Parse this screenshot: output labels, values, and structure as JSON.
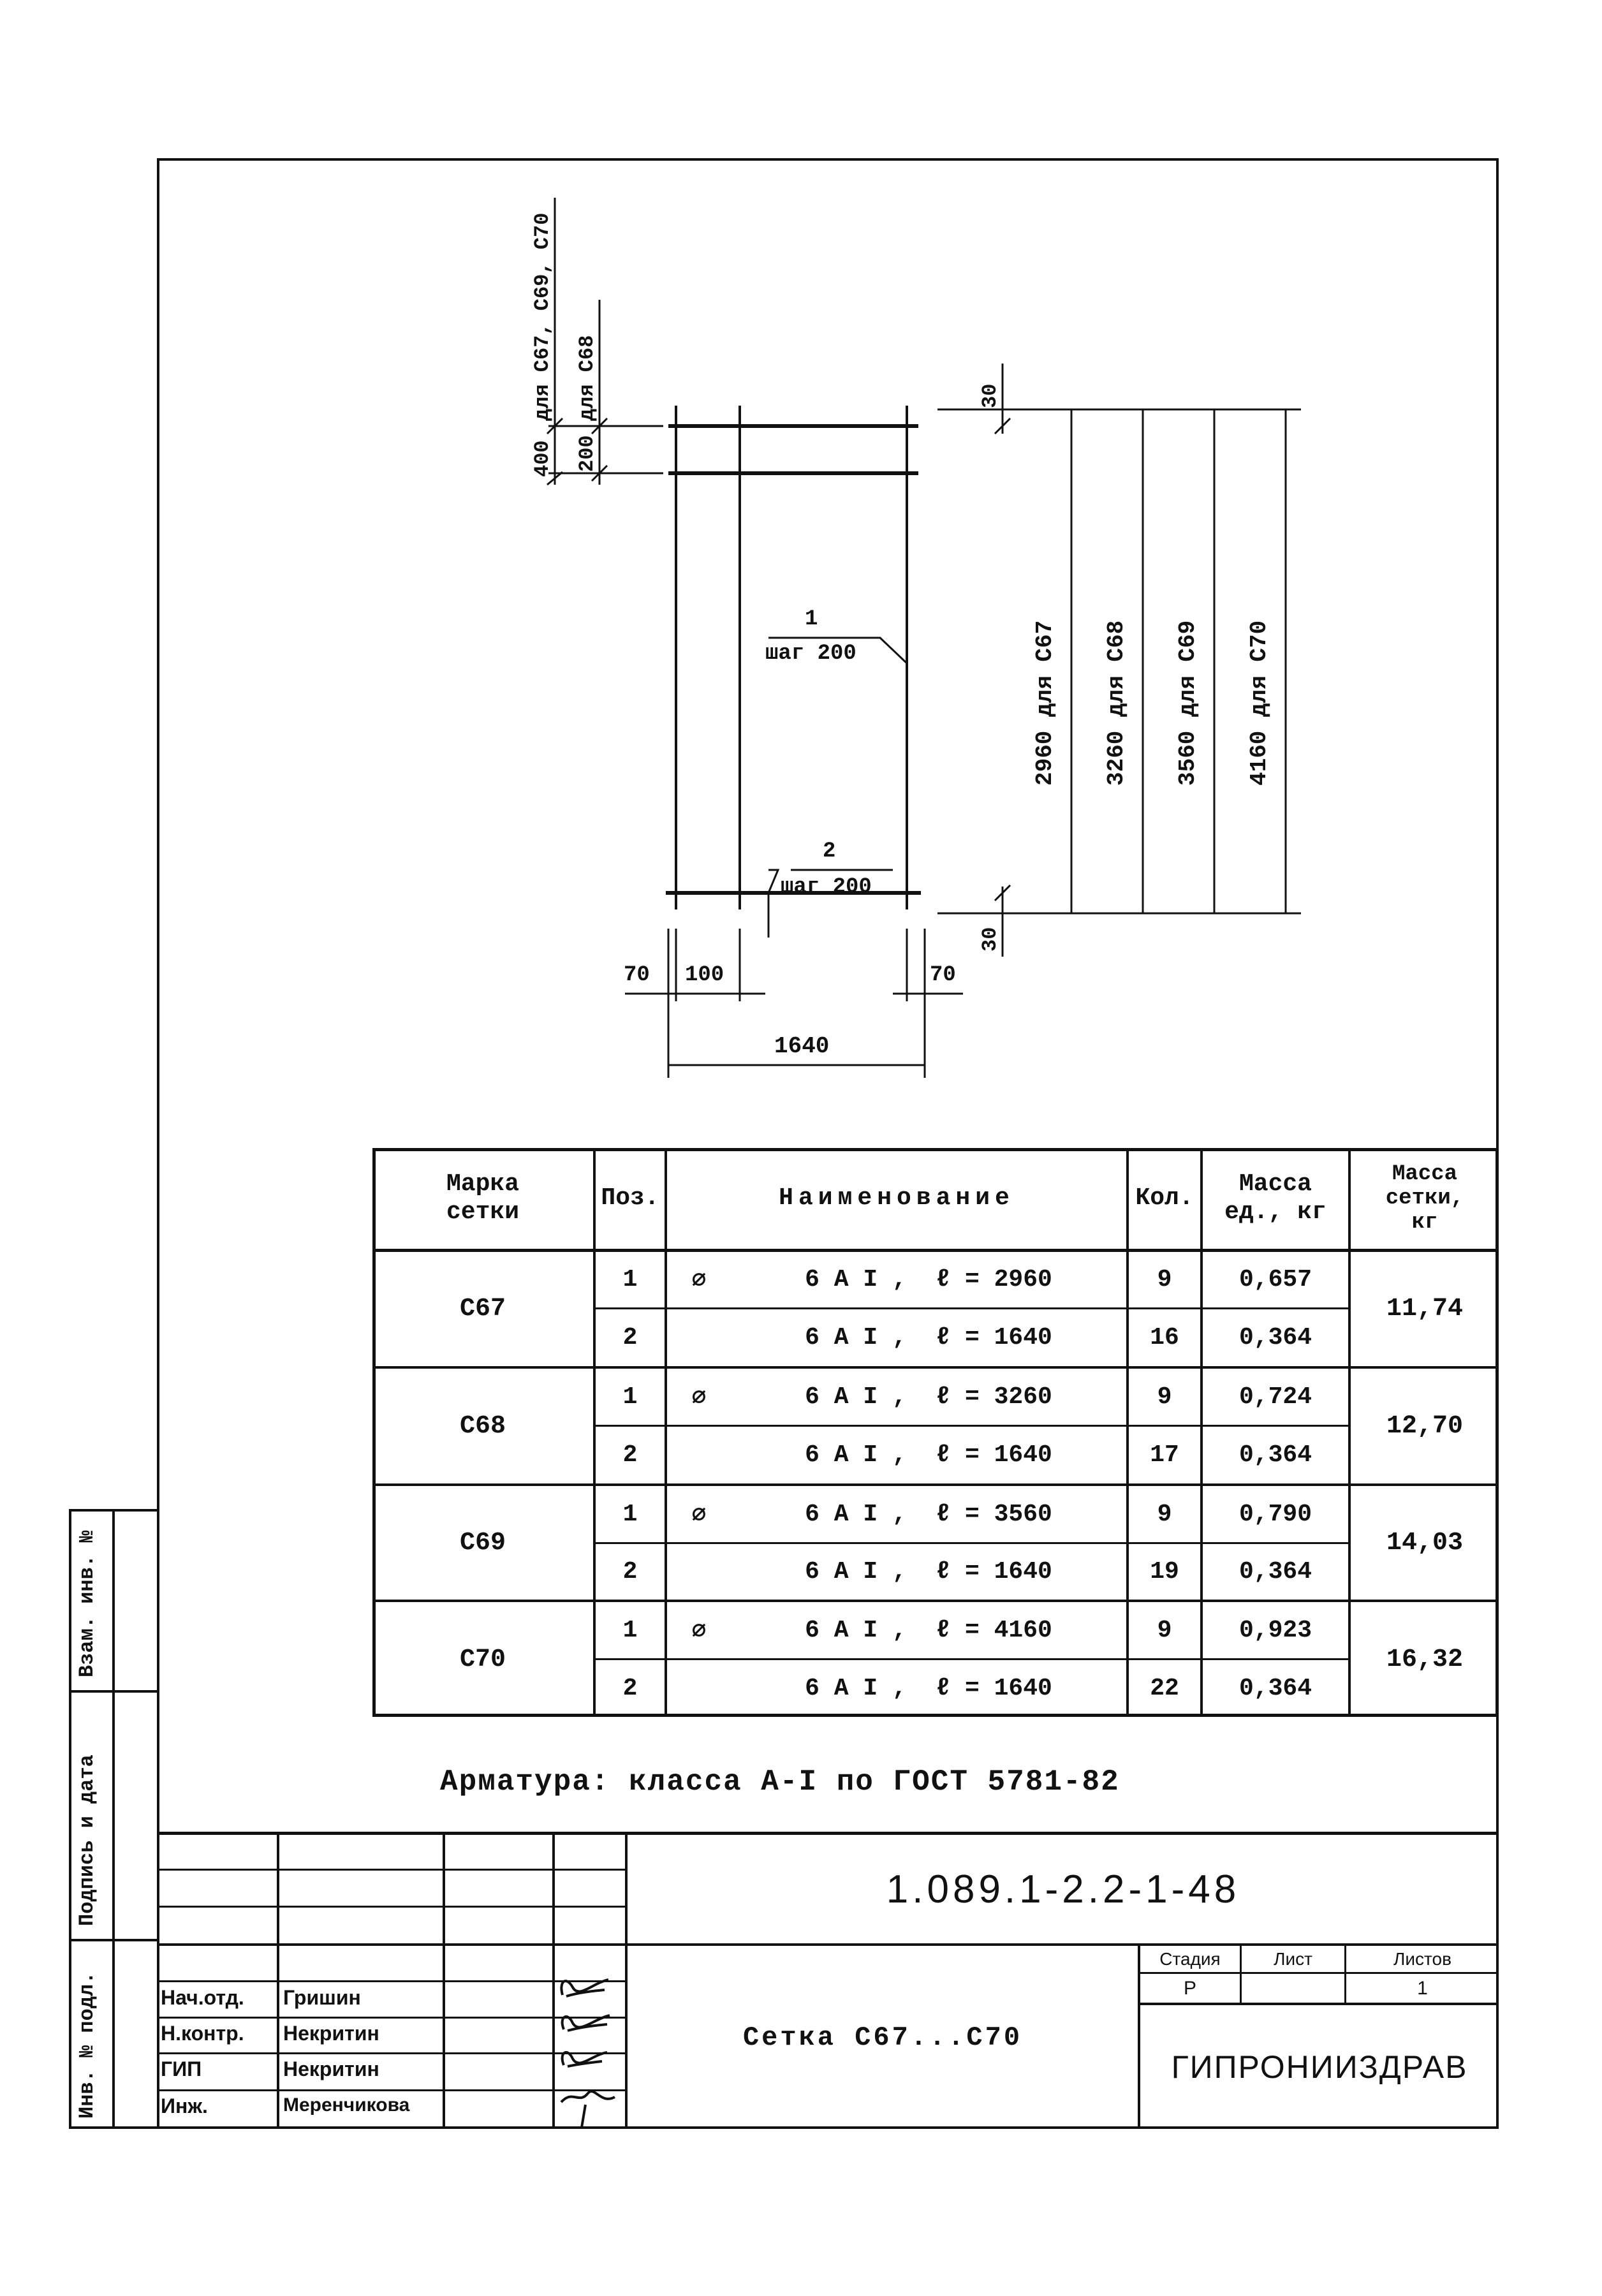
{
  "drawing": {
    "top_dims": [
      {
        "value": "400",
        "note": "для С67, С69, С70"
      },
      {
        "value": "200",
        "note": "для С68"
      }
    ],
    "pos1": {
      "num": "1",
      "step": "шаг 200"
    },
    "pos2": {
      "num": "2",
      "step": "шаг 200"
    },
    "edge_30_top": "30",
    "edge_30_bottom": "30",
    "lengths": [
      "2960 для С67",
      "3260 для С68",
      "3560 для С69",
      "4160 для С70"
    ],
    "bottom_dims": {
      "left": "70",
      "inner": "100",
      "right": "70",
      "width": "1640"
    }
  },
  "table": {
    "headers": {
      "mark": "Марка\nсетки",
      "pos": "Поз.",
      "name": "Наименование",
      "qty": "Кол.",
      "unit_mass": "Масса\nед., кг",
      "mesh_mass": "Масса\nсетки,\nкг"
    },
    "groups": [
      {
        "mark": "С67",
        "total": "11,74",
        "rows": [
          {
            "pos": "1",
            "diam": "⌀",
            "name": "6 А I ,  ℓ = 2960",
            "qty": "9",
            "mass": "0,657"
          },
          {
            "pos": "2",
            "diam": "",
            "name": "6 А I ,  ℓ = 1640",
            "qty": "16",
            "mass": "0,364"
          }
        ]
      },
      {
        "mark": "С68",
        "total": "12,70",
        "rows": [
          {
            "pos": "1",
            "diam": "⌀",
            "name": "6 А I ,  ℓ = 3260",
            "qty": "9",
            "mass": "0,724"
          },
          {
            "pos": "2",
            "diam": "",
            "name": "6 А I ,  ℓ = 1640",
            "qty": "17",
            "mass": "0,364"
          }
        ]
      },
      {
        "mark": "С69",
        "total": "14,03",
        "rows": [
          {
            "pos": "1",
            "diam": "⌀",
            "name": "6 А I ,  ℓ = 3560",
            "qty": "9",
            "mass": "0,790"
          },
          {
            "pos": "2",
            "diam": "",
            "name": "6 А I ,  ℓ = 1640",
            "qty": "19",
            "mass": "0,364"
          }
        ]
      },
      {
        "mark": "С70",
        "total": "16,32",
        "rows": [
          {
            "pos": "1",
            "diam": "⌀",
            "name": "6 А I ,  ℓ = 4160",
            "qty": "9",
            "mass": "0,923"
          },
          {
            "pos": "2",
            "diam": "",
            "name": "6 А I ,  ℓ = 1640",
            "qty": "22",
            "mass": "0,364"
          }
        ]
      }
    ]
  },
  "note": "Арматура: класса А-I по ГОСТ 5781-82",
  "side_stamp": [
    "Инв. № подл.",
    "Подпись и дата",
    "Взам. инв. №"
  ],
  "title_block": {
    "code": "1.089.1-2.2-1-48",
    "title": "Сетка С67...С70",
    "stage_header": "Стадия",
    "sheet_header": "Лист",
    "sheets_header": "Листов",
    "stage": "Р",
    "sheet": "",
    "sheets": "1",
    "org": "ГИПРОНИИЗДРАВ",
    "people": [
      {
        "role": "Нач.отд.",
        "name": "Гришин"
      },
      {
        "role": "Н.контр.",
        "name": "Некритин"
      },
      {
        "role": "ГИП",
        "name": "Некритин"
      },
      {
        "role": "Инж.",
        "name": "Меренчикова"
      }
    ]
  }
}
